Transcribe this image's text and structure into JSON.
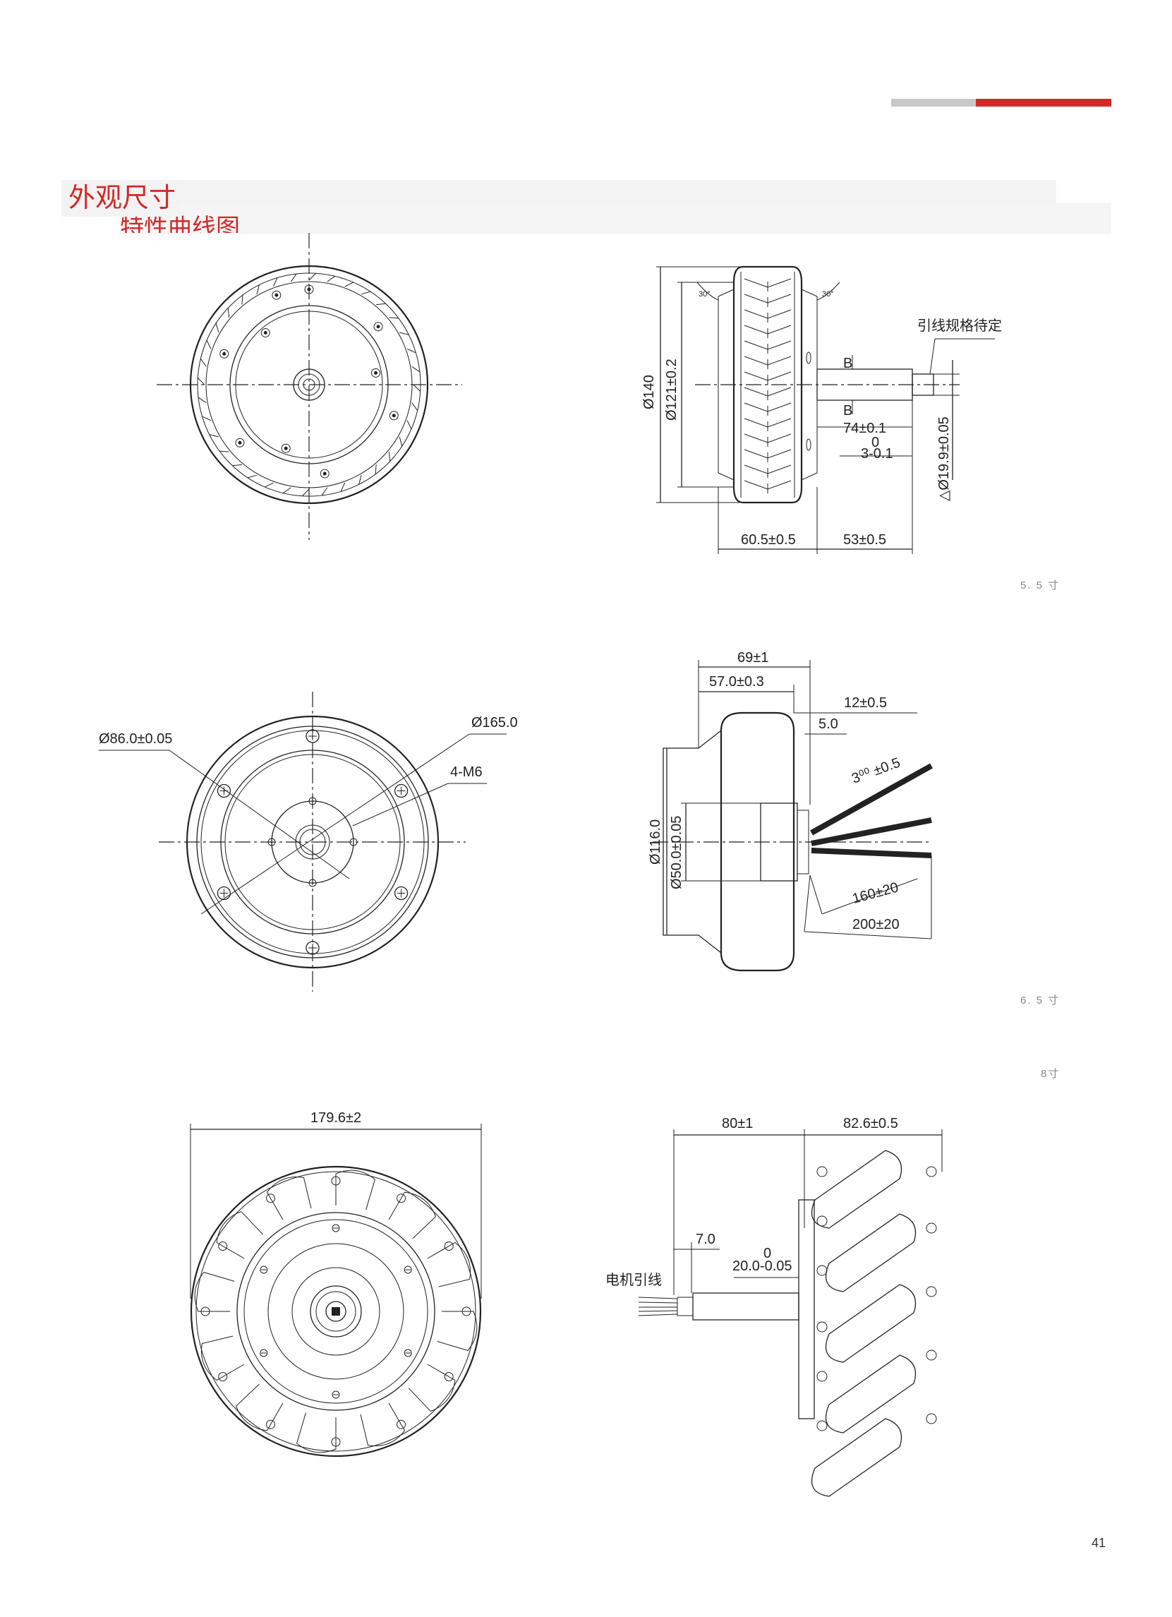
{
  "header": {
    "title": "外观尺寸",
    "subtitle_ghost": "特性曲线图"
  },
  "colors": {
    "accent": "#d12a2a",
    "gray_bar": "#c8c8c8"
  },
  "drawings": {
    "d55": {
      "dia_outer": "Ø140",
      "dia_inner": "Ø121±0.2",
      "lead_label": "引线规格待定",
      "section_b_top": "B",
      "section_b_bottom": "B",
      "shaft_len": "74±0.1",
      "tol_top": "0",
      "tol_bottom": "3-0.1",
      "shaft_dia": "△Ø19.9±0.05",
      "width_left": "60.5±0.5",
      "width_right": "53±0.5",
      "angle_left": "30°",
      "angle_right": "30°",
      "size_note": "5. 5  寸"
    },
    "d65": {
      "pcd": "Ø86.0±0.05",
      "outer": "Ø165.0",
      "holes": "4-M6",
      "total_w": "69±1",
      "hub_w": "57.0±0.3",
      "flange": "12±0.5",
      "lip": "5.0",
      "cable_angle": "3⁰⁰ ±0.5",
      "dia_116": "Ø116.0",
      "dia_50": "Ø50.0±0.05",
      "lead_160": "160±20",
      "lead_200": "200±20",
      "size_note": "6. 5  寸"
    },
    "d8": {
      "size_note": "8寸",
      "overall": "179.6±2",
      "shaft_len": "80±1",
      "wheel_w": "82.6±0.5",
      "step": "7.0",
      "tol_top": "0",
      "tol_dim": "20.0-0.05",
      "lead_label": "电机引线"
    }
  },
  "page_number": "41"
}
